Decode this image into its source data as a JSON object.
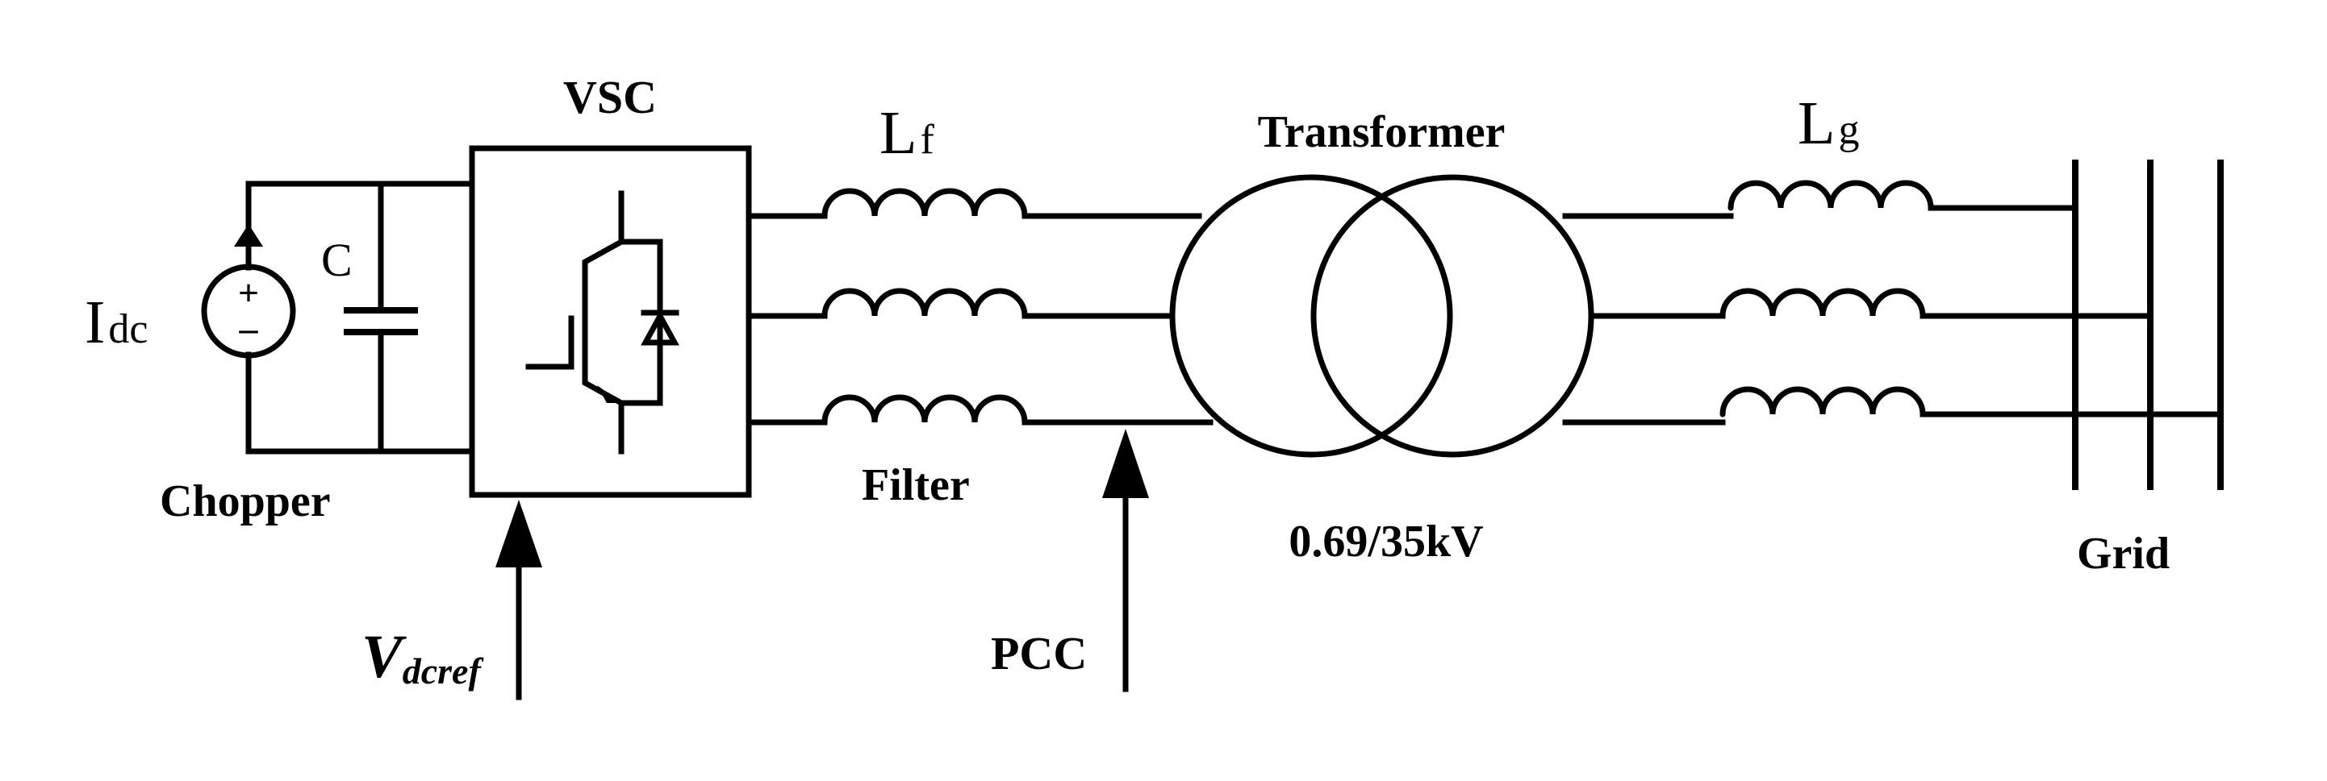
{
  "labels": {
    "current_source_main": "I",
    "current_source_sub": "dc",
    "capacitor": "C",
    "chopper": "Chopper",
    "vsc": "VSC",
    "vdcref_main": "V",
    "vdcref_sub": "dcref",
    "filter_inductor_main": "L",
    "filter_inductor_sub": "f",
    "filter": "Filter",
    "pcc": "PCC",
    "transformer": "Transformer",
    "transformer_rating": "0.69/35kV",
    "grid_inductor_main": "L",
    "grid_inductor_sub": "g",
    "grid": "Grid",
    "source_plus": "+",
    "source_minus": "–"
  }
}
